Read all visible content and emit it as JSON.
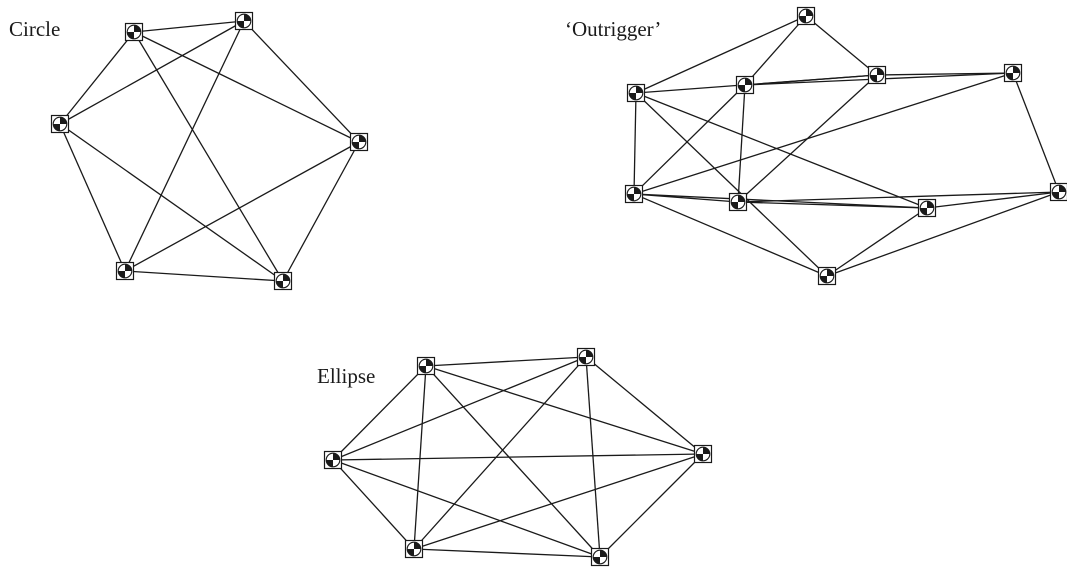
{
  "diagrams": [
    {
      "id": "circle",
      "label": "Circle",
      "nodes": [
        "c1",
        "c2",
        "c3",
        "c4",
        "c5",
        "c6"
      ],
      "edges": [
        [
          "c1",
          "c2"
        ],
        [
          "c2",
          "c3"
        ],
        [
          "c3",
          "c5"
        ],
        [
          "c5",
          "c6"
        ],
        [
          "c6",
          "c4"
        ],
        [
          "c4",
          "c1"
        ],
        [
          "c1",
          "c3"
        ],
        [
          "c1",
          "c6"
        ],
        [
          "c2",
          "c4"
        ],
        [
          "c2",
          "c5"
        ],
        [
          "c4",
          "c5"
        ],
        [
          "c3",
          "c6"
        ]
      ]
    },
    {
      "id": "outrigger",
      "label": "‘Outrigger’",
      "nodes": [
        "o1",
        "o2",
        "o3",
        "o4",
        "o5",
        "o6",
        "o7",
        "o8",
        "o9",
        "o10"
      ],
      "edges": [
        [
          "o1",
          "o2"
        ],
        [
          "o1",
          "o3"
        ],
        [
          "o1",
          "o4"
        ],
        [
          "o2",
          "o4"
        ],
        [
          "o2",
          "o5"
        ],
        [
          "o2",
          "o6"
        ],
        [
          "o2",
          "o7"
        ],
        [
          "o3",
          "o4"
        ],
        [
          "o3",
          "o6"
        ],
        [
          "o3",
          "o8"
        ],
        [
          "o3",
          "o9"
        ],
        [
          "o4",
          "o5"
        ],
        [
          "o4",
          "o7"
        ],
        [
          "o5",
          "o6"
        ],
        [
          "o5",
          "o10"
        ],
        [
          "o6",
          "o7"
        ],
        [
          "o6",
          "o8"
        ],
        [
          "o6",
          "o9"
        ],
        [
          "o7",
          "o8"
        ],
        [
          "o7",
          "o10"
        ],
        [
          "o8",
          "o9"
        ],
        [
          "o8",
          "o10"
        ],
        [
          "o9",
          "o10"
        ]
      ]
    },
    {
      "id": "ellipse",
      "label": "Ellipse",
      "nodes": [
        "e1",
        "e2",
        "e3",
        "e4",
        "e5",
        "e6"
      ],
      "edges": [
        [
          "e1",
          "e2"
        ],
        [
          "e2",
          "e4"
        ],
        [
          "e4",
          "e6"
        ],
        [
          "e6",
          "e5"
        ],
        [
          "e5",
          "e3"
        ],
        [
          "e3",
          "e1"
        ],
        [
          "e1",
          "e4"
        ],
        [
          "e1",
          "e5"
        ],
        [
          "e1",
          "e6"
        ],
        [
          "e2",
          "e3"
        ],
        [
          "e2",
          "e5"
        ],
        [
          "e2",
          "e6"
        ],
        [
          "e3",
          "e4"
        ],
        [
          "e3",
          "e6"
        ],
        [
          "e4",
          "e5"
        ]
      ]
    }
  ]
}
